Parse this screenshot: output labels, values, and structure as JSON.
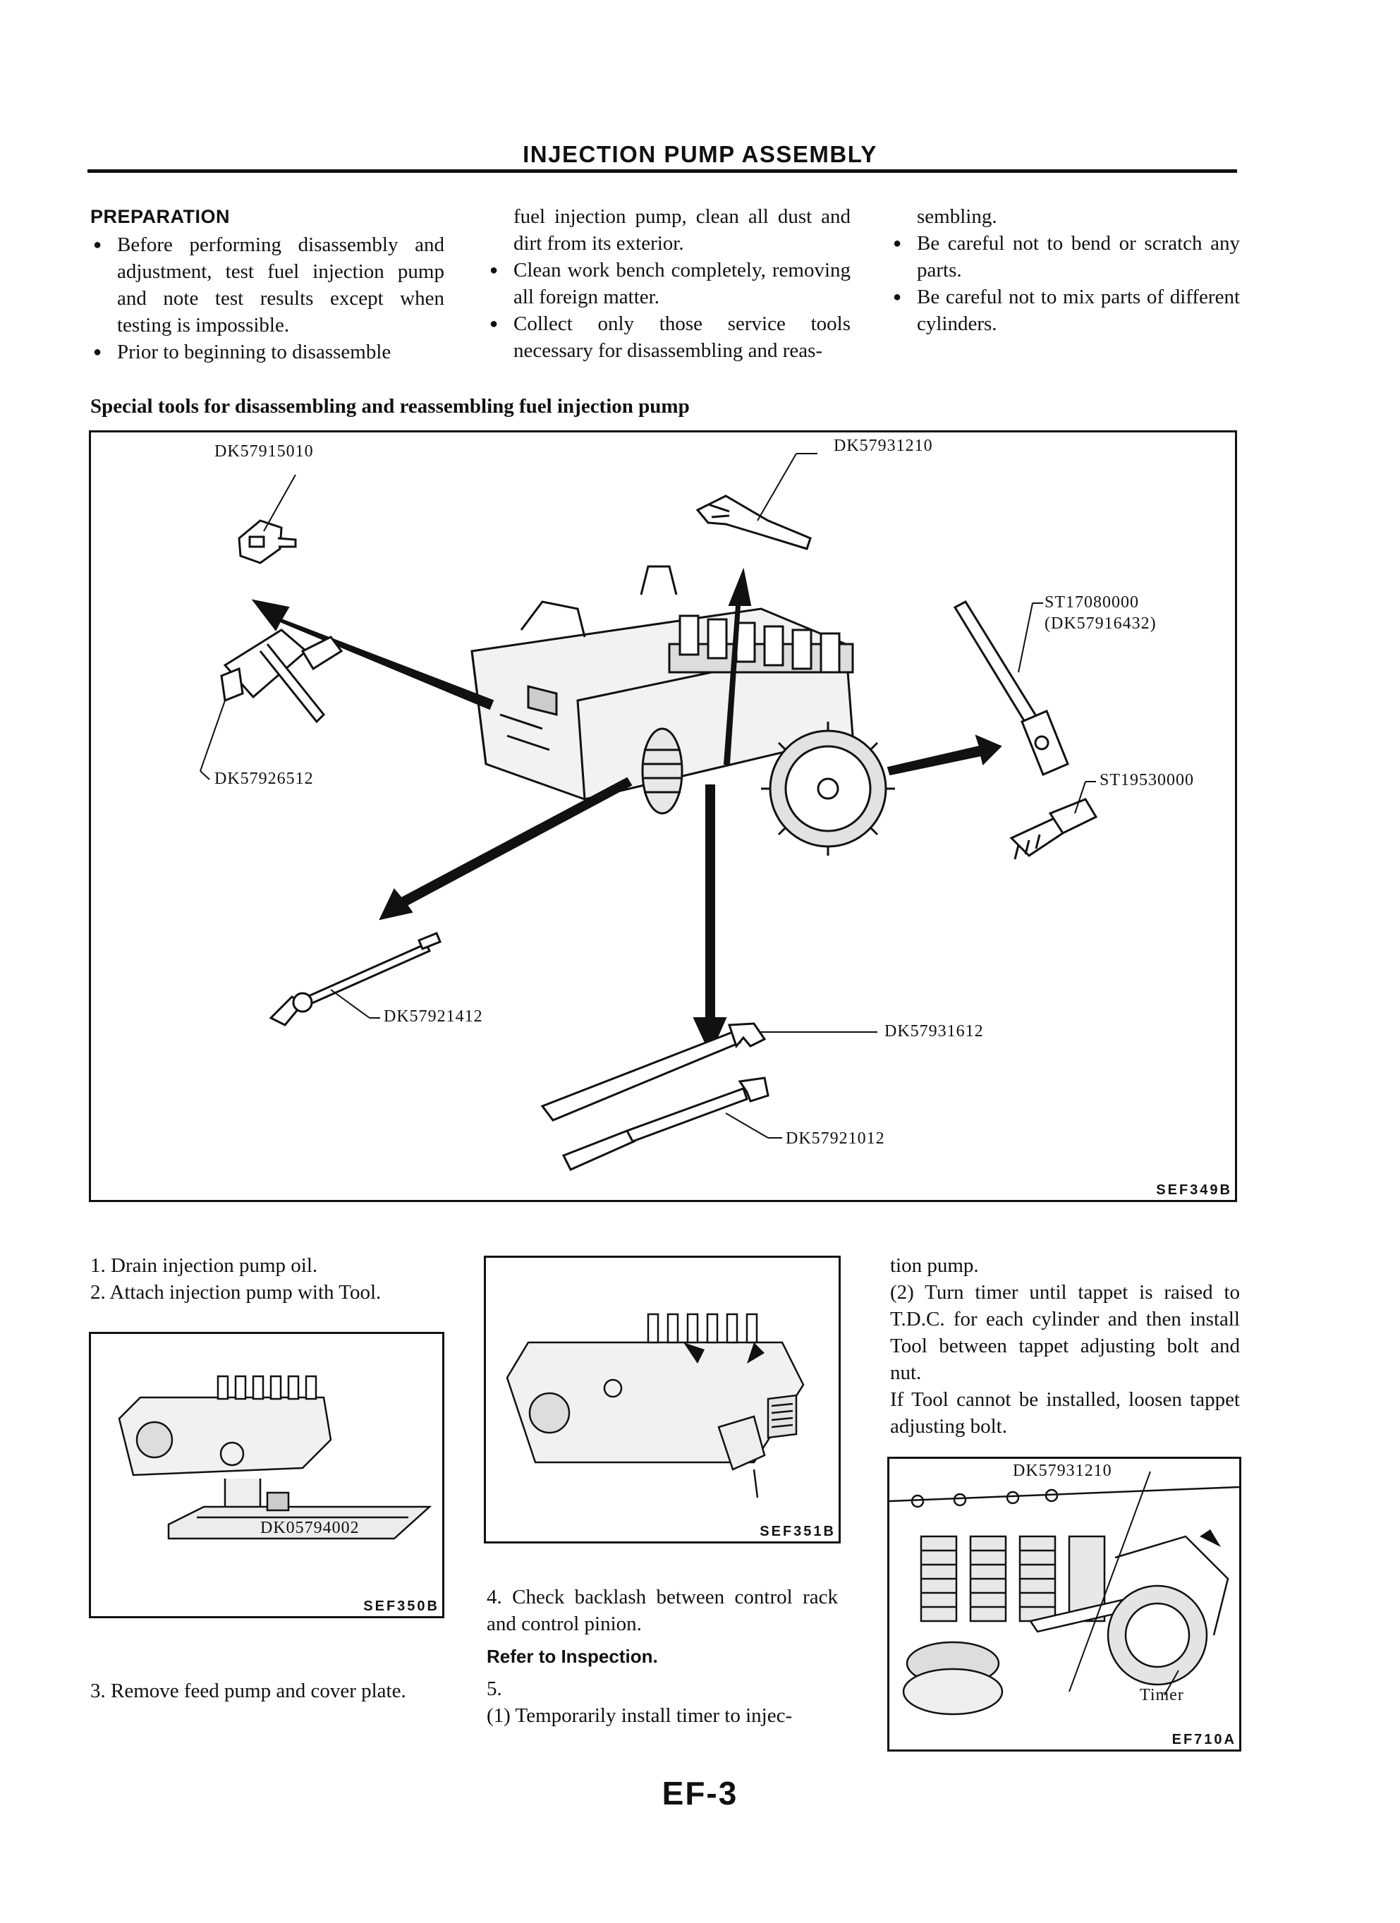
{
  "section_title": "INJECTION PUMP ASSEMBLY",
  "preparation": {
    "heading": "PREPARATION",
    "bullets": [
      "Before performing disassembly and adjustment, test fuel injection pump and note test results except when testing is impossible.",
      "Prior to beginning to disassemble fuel injection pump, clean all dust and dirt from its exterior.",
      "Clean work bench completely, removing all foreign matter.",
      "Collect only those service tools necessary for disassembling and reassembling.",
      "Be careful not to bend or scratch any parts.",
      "Be careful not to mix parts of different cylinders."
    ],
    "col1": {
      "b1": "Before performing disassembly and adjustment, test fuel injection pump and note test results except when testing is impossible.",
      "b2_start": "Prior to beginning to disassemble"
    },
    "col2": {
      "b2_cont": "fuel injection pump, clean all dust and dirt from its exterior.",
      "b3": "Clean work bench completely, removing all foreign matter.",
      "b4_start": "Collect only those service tools necessary for disassembling and reas-"
    },
    "col3": {
      "b4_cont": "sembling.",
      "b5": "Be careful not to bend or scratch any parts.",
      "b6": "Be careful not to mix parts of different cylinders."
    }
  },
  "special_tools": {
    "caption": "Special tools for disassembling and reassembling fuel injection pump",
    "figure_code": "SEF349B",
    "labels": {
      "t1": "DK57915010",
      "t2": "DK57931210",
      "t3": "ST17080000",
      "t3b": "(DK57916432)",
      "t4": "DK57926512",
      "t5": "ST19530000",
      "t6": "DK57921412",
      "t7": "DK57931612",
      "t8": "DK57921012"
    }
  },
  "steps": {
    "step1": "1.  Drain injection pump oil.",
    "step2": "2.  Attach injection pump with Tool.",
    "step3": "3.  Remove feed pump and cover plate.",
    "step4": "4.  Check backlash between control rack and control pinion.",
    "refer": "Refer to Inspection.",
    "step5": "5.",
    "step5_1": "(1)  Temporarily install timer to injec-",
    "step5_1_cont": "tion pump.",
    "step5_2": "(2)  Turn timer until tappet is raised to T.D.C. for each cylinder and then install Tool between tappet adjusting bolt and nut.",
    "step5_note": "If Tool cannot be installed, loosen tappet adjusting bolt."
  },
  "fig_350": {
    "code": "SEF350B",
    "tool_label": "DK05794002"
  },
  "fig_351": {
    "code": "SEF351B"
  },
  "fig_710": {
    "code": "EF710A",
    "tool_label": "DK57931210",
    "timer_label": "Timer"
  },
  "page_number": "EF-3"
}
